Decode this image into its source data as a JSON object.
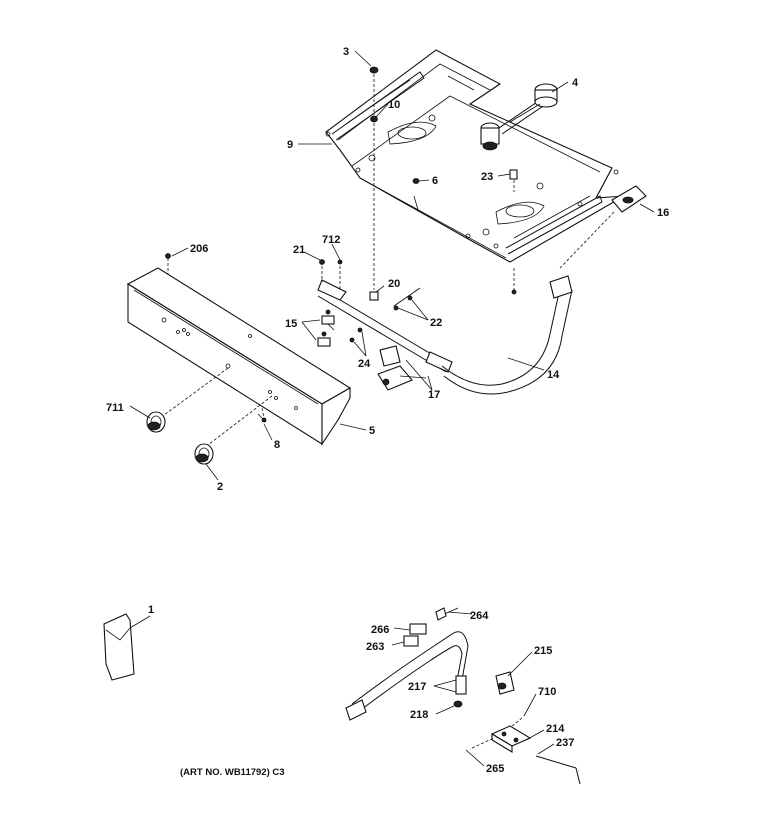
{
  "labels": {
    "l3": "3",
    "l4": "4",
    "l10": "10",
    "l9": "9",
    "l6": "6",
    "l23": "23",
    "l16": "16",
    "l206": "206",
    "l21": "21",
    "l712": "712",
    "l20": "20",
    "l15": "15",
    "l22": "22",
    "l24": "24",
    "l14": "14",
    "l17": "17",
    "l711": "711",
    "l8": "8",
    "l5": "5",
    "l2": "2",
    "l1": "1",
    "l264": "264",
    "l266": "266",
    "l263": "263",
    "l215": "215",
    "l217": "217",
    "l710": "710",
    "l218": "218",
    "l214": "214",
    "l237": "237",
    "l265": "265"
  },
  "caption": "(ART NO. WB11792) C3"
}
